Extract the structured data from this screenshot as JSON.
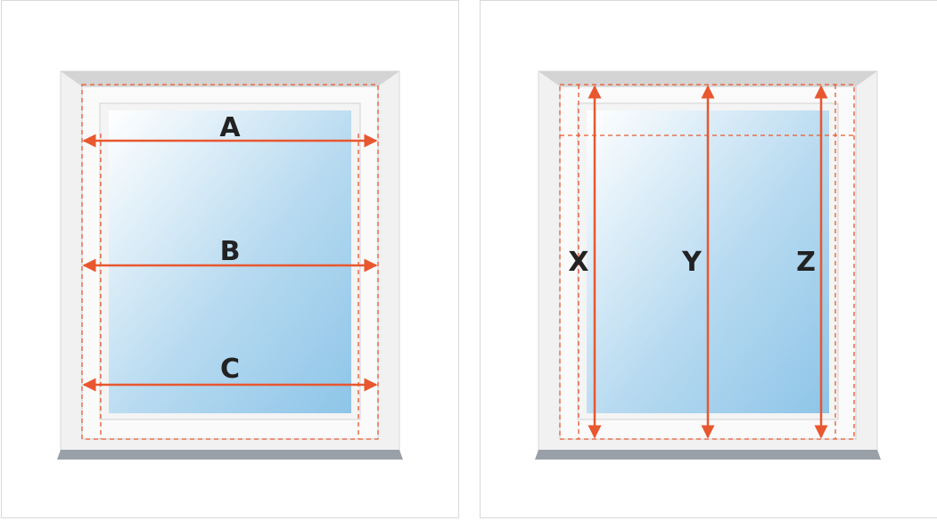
{
  "diagram": {
    "left_panel": {
      "width_labels": [
        "A",
        "B",
        "C"
      ]
    },
    "right_panel": {
      "height_labels": [
        "X",
        "Y",
        "Z"
      ]
    },
    "colors": {
      "measure_line": "#e8572f",
      "dashed_outline": "#e8572f",
      "frame": "#efefef",
      "frame_edge": "#cfcfcf",
      "sill": "#9aa0a8",
      "glass_top": "#ffffff",
      "glass_bottom": "#8ec5e8",
      "label": "#222222"
    }
  }
}
